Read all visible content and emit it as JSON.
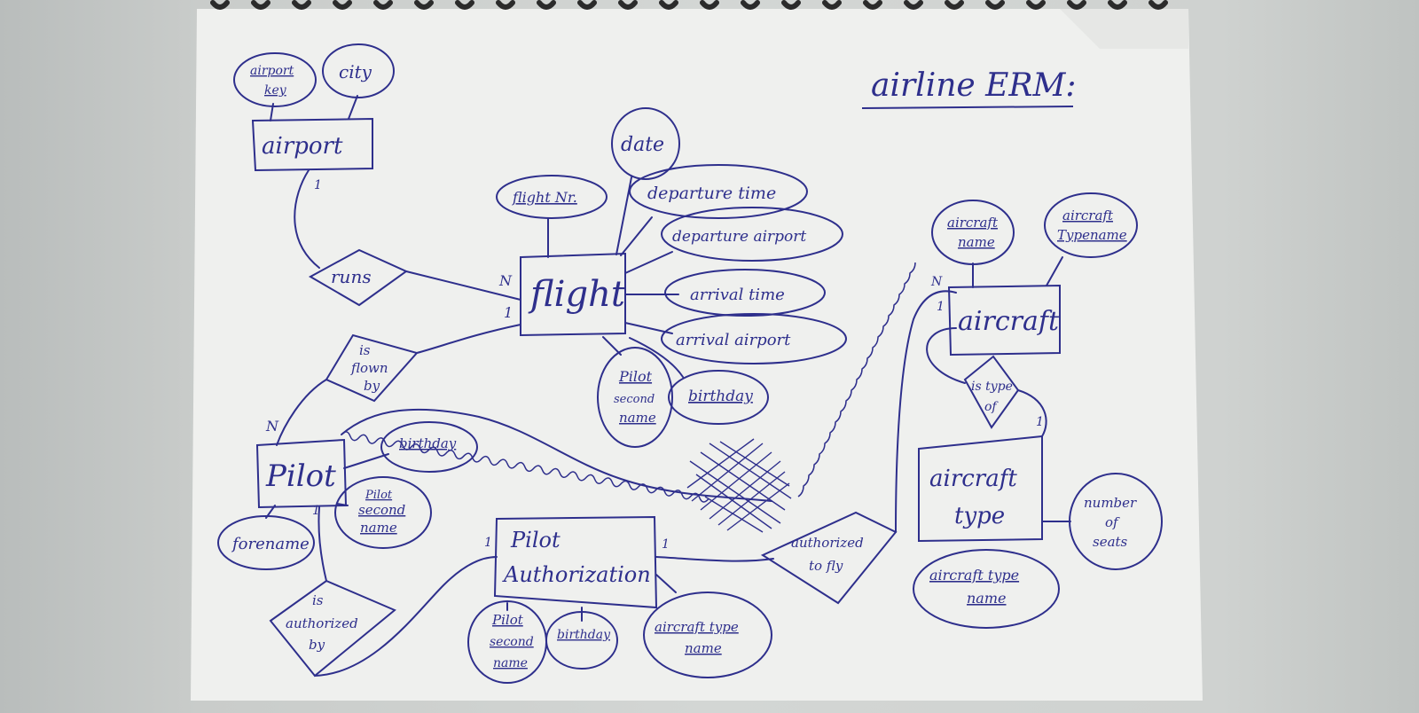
{
  "title": "airline ERM:",
  "entities": {
    "airport": "airport",
    "flight": "flight",
    "aircraft": "aircraft",
    "pilot": "Pilot",
    "pilot_auth_line1": "Pilot",
    "pilot_auth_line2": "Authorization",
    "aircraft_type_line1": "aircraft",
    "aircraft_type_line2": "type"
  },
  "relationships": {
    "runs": "runs",
    "flown_line1": "is",
    "flown_line2": "flown",
    "flown_line3": "by",
    "type_line1": "is type",
    "type_line2": "of",
    "authorized_line1": "is",
    "authorized_line2": "authorized",
    "authorized_line3": "by",
    "fly_line1": "authorized",
    "fly_line2": "to fly"
  },
  "attributes": {
    "airport_key_line1": "airport",
    "airport_key_line2": "key",
    "city": "city",
    "flight_nr": "flight Nr.",
    "date": "date",
    "departure_time": "departure time",
    "departure_airport": "departure airport",
    "arrival_time": "arrival time",
    "arrival_airport": "arrival airport",
    "flight_pilot_line1": "Pilot",
    "flight_pilot_line2": "second",
    "flight_pilot_line3": "name",
    "flight_birthday": "birthday",
    "aircraft_name_line1": "aircraft",
    "aircraft_name_line2": "name",
    "aircraft_typename_line1": "aircraft",
    "aircraft_typename_line2": "Typename",
    "pilot_birthday": "birthday",
    "pilot_second_line1": "Pilot",
    "pilot_second_line2": "second",
    "pilot_second_line3": "name",
    "forename": "forename",
    "auth_pilot_line1": "Pilot",
    "auth_pilot_line2": "second",
    "auth_pilot_line3": "name",
    "auth_birthday": "birthday",
    "auth_type_line1": "aircraft type",
    "auth_type_line2": "name",
    "number_seats_line1": "number",
    "number_seats_line2": "of",
    "number_seats_line3": "seats",
    "type_name_line1": "aircraft type",
    "type_name_line2": "name"
  },
  "cardinalities": {
    "airport_runs": "1",
    "runs_flight": "N",
    "flight_flown": "1",
    "flown_pilot": "N",
    "pilot_authorized": "1",
    "authorized_auth": "1",
    "auth_fly": "1",
    "fly_aircraft": "N",
    "aircraft_typeof": "1",
    "typeof_type": "1"
  },
  "colors": {
    "ink": "#2e2f8c",
    "paper": "#eff0ee"
  }
}
